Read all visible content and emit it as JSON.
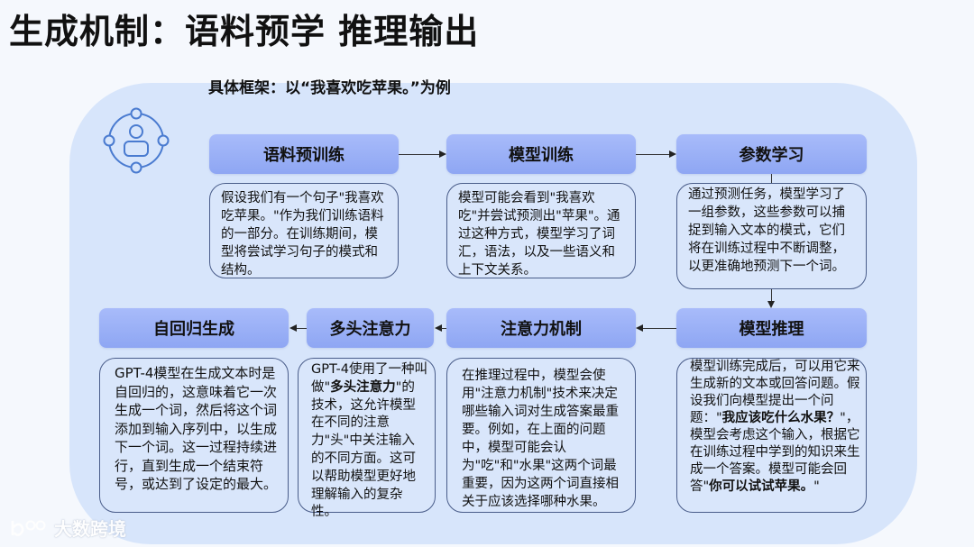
{
  "title": "生成机制：语料预学 推理输出",
  "subtitle": "具体框架：以“我喜欢吃苹果。”为例",
  "icon": "user-network-icon",
  "steps": [
    {
      "label": "语料预训练",
      "text": "假设我们有一个句子\"我喜欢吃苹果。\"作为我们训练语料的一部分。在训练期间，模型将尝试学习句子的模式和结构。"
    },
    {
      "label": "模型训练",
      "text": "模型可能会看到\"我喜欢吃\"并尝试预测出\"苹果\"。通过这种方式，模型学习了词汇，语法，以及一些语义和上下文关系。"
    },
    {
      "label": "参数学习",
      "text": "通过预测任务，模型学习了一组参数，这些参数可以捕捉到输入文本的模式，它们将在训练过程中不断调整，以更准确地预测下一个词。"
    },
    {
      "label": "模型推理",
      "text_parts": [
        {
          "t": "模型训练完成后，可以用它来生成新的文本或回答问题。假设我们向模型提出一个问题：\"",
          "bold": false
        },
        {
          "t": "我应该吃什么水果？",
          "bold": true
        },
        {
          "t": "\"，模型会考虑这个输入，根据它在训练过程中学到的知识来生成一个答案。模型可能会回答\"",
          "bold": false
        },
        {
          "t": "你可以试试苹果。",
          "bold": true
        },
        {
          "t": "\"",
          "bold": false
        }
      ]
    },
    {
      "label": "注意力机制",
      "text": "在推理过程中，模型会使用\"注意力机制\"技术来决定哪些输入词对生成答案最重要。例如，在上面的问题中，模型可能会认为\"吃\"和\"水果\"这两个词最重要，因为这两个词直接相关于应该选择哪种水果。"
    },
    {
      "label": "多头注意力",
      "text_parts": [
        {
          "t": "GPT-4使用了一种叫做\"",
          "bold": false
        },
        {
          "t": "多头注意力",
          "bold": true
        },
        {
          "t": "\"的技术，这允许模型在不同的注意力\"头\"中关注输入的不同方面。这可以帮助模型更好地理解输入的复杂性。",
          "bold": false
        }
      ]
    },
    {
      "label": "自回归生成",
      "text": "GPT-4模型在生成文本时是自回归的，这意味着它一次生成一个词，然后将这个词添加到输入序列中，以生成下一个词。这一过程持续进行，直到生成一个结束符号，或达到了设定的最大。"
    }
  ],
  "watermark": "大数跨境",
  "colors": {
    "page_bg": "#f5f8fd",
    "panel_bg": "#d7e5fb",
    "header_top": "#a8bbfa",
    "header_bottom": "#8ea6f3",
    "box_border": "#4a5d8a",
    "icon_stroke": "#4a7bd0"
  }
}
